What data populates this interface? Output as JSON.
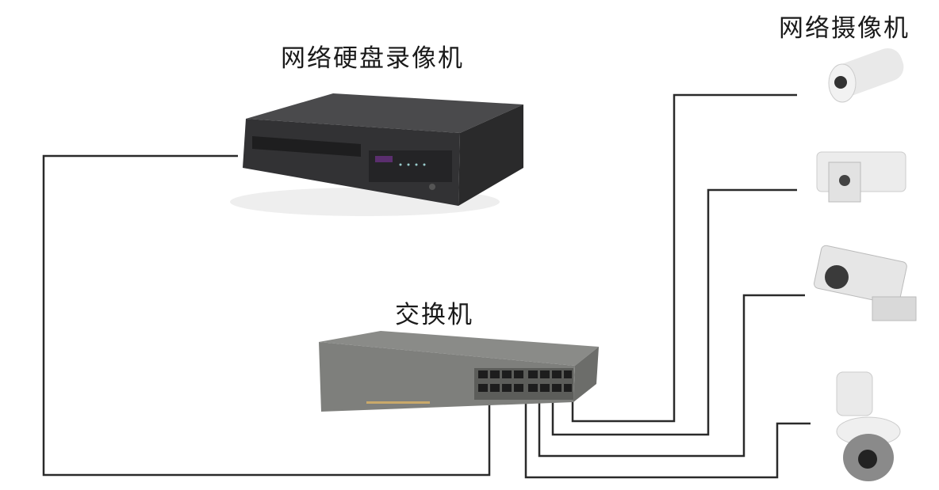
{
  "labels": {
    "nvr": "网络硬盘录像机",
    "switch": "交换机",
    "cameras": "网络摄像机"
  },
  "colors": {
    "wire": "#2a2a2a",
    "device_dark": "#3c3c3e",
    "switch_gray": "#8e8f8c"
  }
}
